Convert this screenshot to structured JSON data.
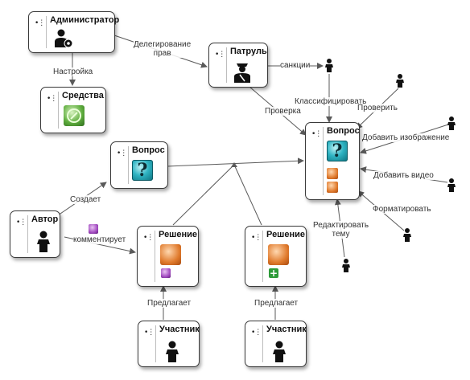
{
  "nodes": {
    "administrator": {
      "title": "Администратор"
    },
    "tools": {
      "title": "Средства"
    },
    "patrol": {
      "title": "Патруль"
    },
    "question_main": {
      "title": "Вопрос"
    },
    "question_small": {
      "title": "Вопрос"
    },
    "author": {
      "title": "Автор"
    },
    "solution_left": {
      "title": "Решение"
    },
    "solution_right": {
      "title": "Решение"
    },
    "participant_left": {
      "title": "Участник"
    },
    "participant_right": {
      "title": "Участник"
    }
  },
  "edge_labels": {
    "delegation": "Делегирование\nправ",
    "setup": "Настройка",
    "sanctions": "санкции",
    "classify": "Классифицировать",
    "check_patrol": "Проверка",
    "check_actor": "Проверить",
    "add_image": "Добавить изображение",
    "add_video": "Добавить видео",
    "format": "Форматировать",
    "edit_topic": "Редактировать\nтему",
    "creates": "Создает",
    "comments": "комментирует",
    "proposes_left": "Предлагает",
    "proposes_right": "Предлагает"
  },
  "icons": {
    "grip": "grip-icon",
    "admin": "admin-gear-icon",
    "tools": "tools-icon",
    "patrol": "police-officer-icon",
    "question": "question-mark-icon",
    "solution": "handshake-icon",
    "comment": "comment-icon",
    "add": "plus-icon",
    "person": "person-icon"
  },
  "colors": {
    "line": "#5a5a5a",
    "node_border": "#3a3a3a",
    "question_tile": "#2fb4c3",
    "handshake_tile": "#e07a2c",
    "comment_tile": "#a24bc0",
    "plus_tile": "#2e9b3a"
  }
}
